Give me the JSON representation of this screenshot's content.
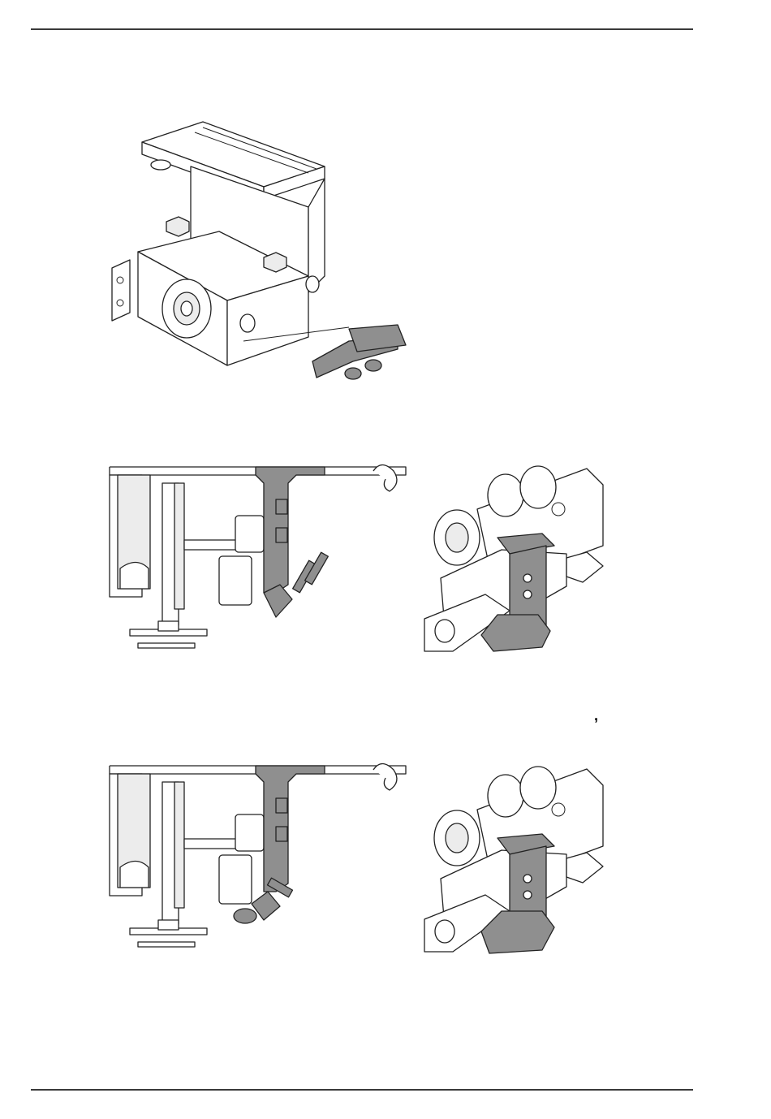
{
  "page": {
    "stray_mark": ","
  },
  "figures": [
    {
      "name": "carriage-assembly-exploded",
      "icon": "exploded-isometric-drawing"
    },
    {
      "name": "section-view-1",
      "icon": "cross-section-drawing"
    },
    {
      "name": "iso-view-1",
      "icon": "isometric-drawing"
    },
    {
      "name": "section-view-2",
      "icon": "cross-section-drawing"
    },
    {
      "name": "iso-view-2",
      "icon": "isometric-drawing"
    }
  ]
}
